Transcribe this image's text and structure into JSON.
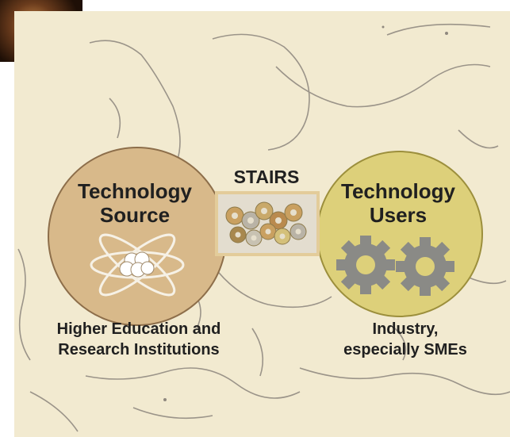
{
  "left_node": {
    "title_line1": "Technology",
    "title_line2": "Source",
    "caption_line1": "Higher Education and",
    "caption_line2": "Research Institutions"
  },
  "center_node": {
    "title": "STAIRS"
  },
  "right_node": {
    "title_line1": "Technology",
    "title_line2": "Users",
    "caption_line1": "Industry,",
    "caption_line2": "especially SMEs"
  },
  "colors": {
    "source_circle": "#d8b98a",
    "users_circle": "#ddd07a",
    "background": "#f2ead0"
  },
  "icons": {
    "source": "atom-icon",
    "center": "gears-cluster-icon",
    "users": "gears-icon"
  }
}
